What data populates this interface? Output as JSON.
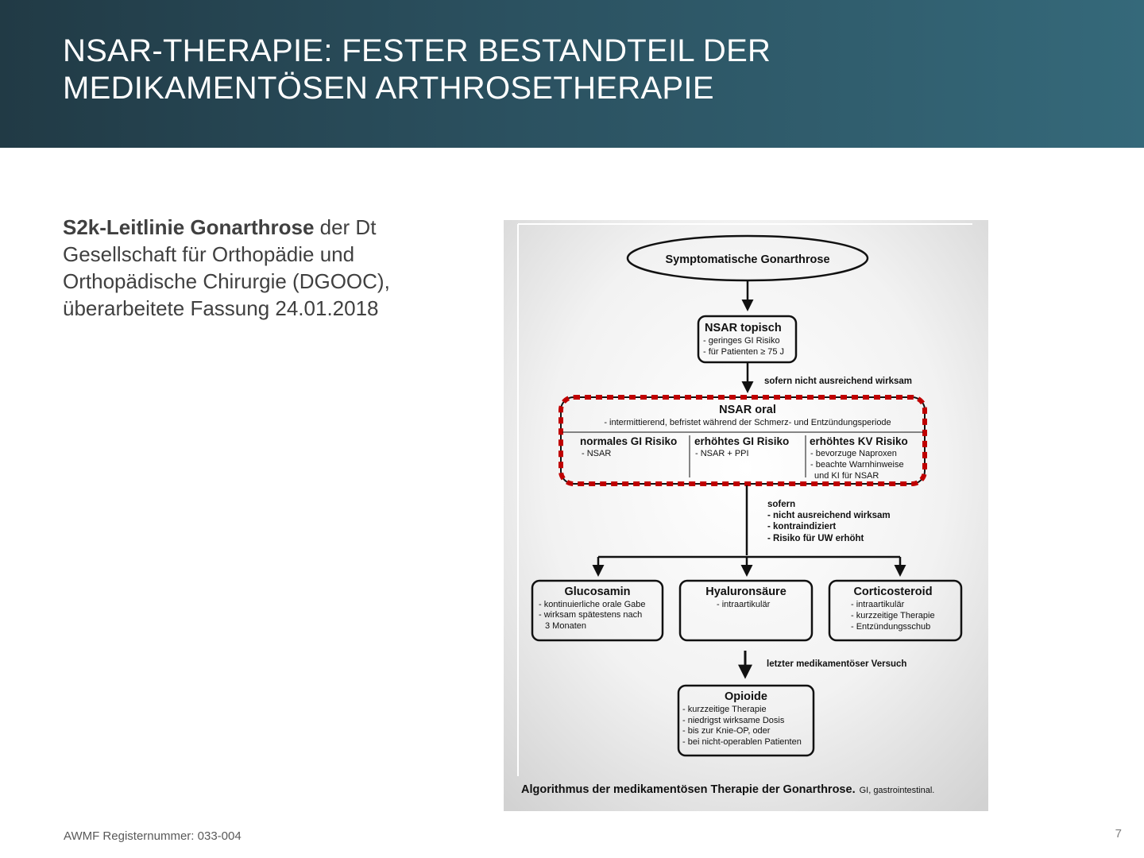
{
  "header": {
    "title_line1": "NSAR-THERAPIE: FESTER BESTANDTEIL DER",
    "title_line2": "MEDIKAMENTÖSEN ARTHROSETHERAPIE"
  },
  "intro": {
    "bold": "S2k-Leitlinie Gonarthrose",
    "rest": " der Dt Gesellschaft für Orthopädie und Orthopädische Chirurgie (DGOOC), überarbeitete Fassung 24.01.2018"
  },
  "diagram": {
    "start": "Symptomatische Gonarthrose",
    "topisch": {
      "title": "NSAR topisch",
      "line1": "- geringes GI Risiko",
      "line2": "- für Patienten ≥ 75 J"
    },
    "cond1": "sofern nicht ausreichend wirksam",
    "oral": {
      "title": "NSAR oral",
      "subtitle": "- intermittierend, befristet während der Schmerz- und Entzündungsperiode",
      "col1_title": "normales GI Risiko",
      "col1_line1": "- NSAR",
      "col2_title": "erhöhtes GI Risiko",
      "col2_line1": "- NSAR + PPI",
      "col3_title": "erhöhtes KV Risiko",
      "col3_line1": "- bevorzuge Naproxen",
      "col3_line2": "- beachte Warnhinweise",
      "col3_line3": "und KI für NSAR"
    },
    "cond2": {
      "line1": "sofern",
      "line2": "- nicht ausreichend wirksam",
      "line3": "- kontraindiziert",
      "line4": "- Risiko für UW erhöht"
    },
    "glucosamin": {
      "title": "Glucosamin",
      "line1": "- kontinuierliche orale Gabe",
      "line2": "- wirksam spätestens nach",
      "line3": "3 Monaten"
    },
    "hyaluron": {
      "title": "Hyaluronsäure",
      "line1": "- intraartikulär"
    },
    "cortico": {
      "title": "Corticosteroid",
      "line1": "- intraartikulär",
      "line2": "- kurzzeitige Therapie",
      "line3": "- Entzündungsschub"
    },
    "cond3": "letzter medikamentöser Versuch",
    "opioide": {
      "title": "Opioide",
      "line1": "- kurzzeitige Therapie",
      "line2": "- niedrigst wirksame Dosis",
      "line3": "- bis zur Knie-OP, oder",
      "line4": "- bei nicht-operablen Patienten"
    },
    "caption_bold": "Algorithmus der medikamentösen Therapie der Gonarthrose.",
    "caption_rest": "GI, gastrointestinal.",
    "highlight_color": "#c00000"
  },
  "footer": {
    "register": "AWMF Registernummer:  033-004",
    "page": "7"
  }
}
